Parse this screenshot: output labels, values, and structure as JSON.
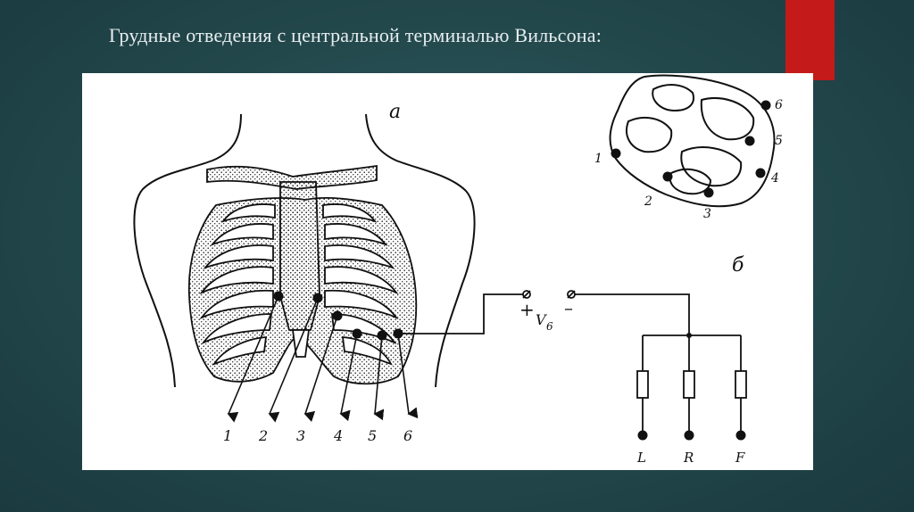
{
  "slide": {
    "title": "Грудные отведения с центральной терминалью Вильсона:",
    "accent_color": "#c41a1a"
  },
  "figure": {
    "panel_a": {
      "label": "а",
      "lead_numbers": [
        "1",
        "2",
        "3",
        "4",
        "5",
        "6"
      ]
    },
    "panel_b": {
      "label": "б",
      "lead_name": "V",
      "lead_subscript": "6",
      "plus_sign": "+",
      "minus_sign": "–",
      "terminal_symbol": "ø",
      "limb_electrodes": [
        "L",
        "R",
        "F"
      ]
    },
    "cross_section": {
      "position_numbers": [
        "1",
        "2",
        "3",
        "4",
        "5",
        "6"
      ]
    }
  }
}
